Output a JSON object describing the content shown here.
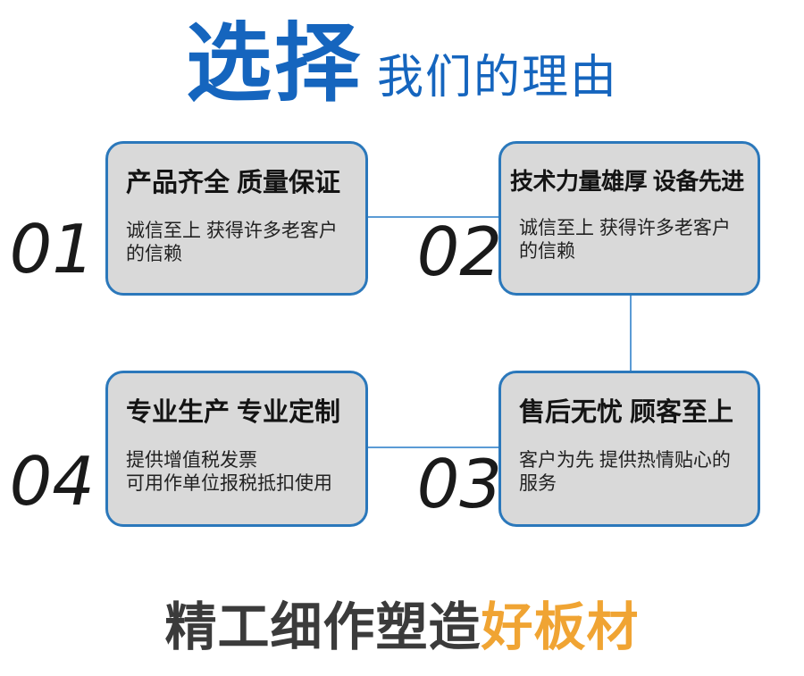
{
  "colors": {
    "title_blue": "#1565BE",
    "card_border": "#2B78BB",
    "card_fill": "#D9D9D9",
    "connector": "#5B9BD5",
    "number_black": "#1A1A1A",
    "heading_black": "#141414",
    "body_black": "#222222",
    "slogan_dark": "#3B3B3B",
    "slogan_orange": "#F0A433"
  },
  "header": {
    "title_main": "选择",
    "title_sub": "我们的理由"
  },
  "cards": [
    {
      "number": "01",
      "heading": "产品齐全 质量保证",
      "body": "诚信至上 获得许多老客户\n的信赖"
    },
    {
      "number": "02",
      "heading": "技术力量雄厚 设备先进",
      "body": "诚信至上 获得许多老客户\n的信赖"
    },
    {
      "number": "04",
      "heading": "专业生产 专业定制",
      "body": "提供增值税发票\n可用作单位报税抵扣使用"
    },
    {
      "number": "03",
      "heading": "售后无忧 顾客至上",
      "body": "客户为先 提供热情贴心的\n服务"
    }
  ],
  "footer": {
    "slogan_prefix": "精工细作塑造",
    "slogan_highlight": "好板材"
  }
}
